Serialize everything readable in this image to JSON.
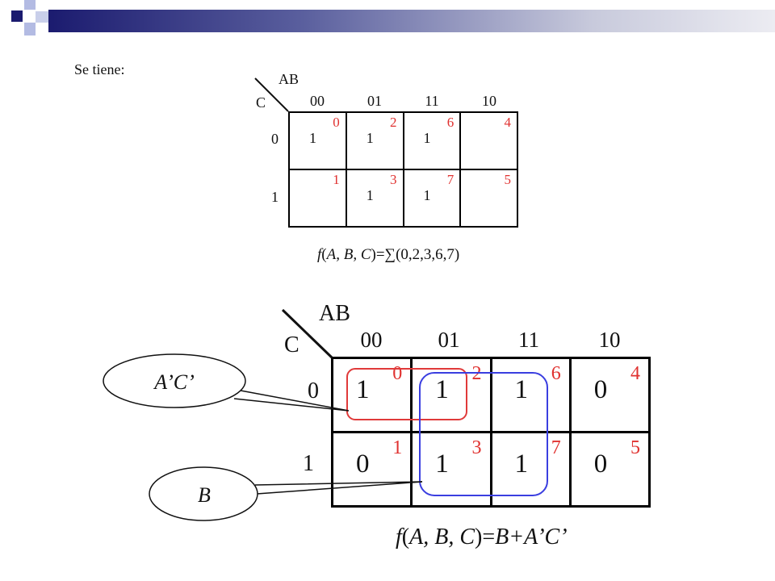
{
  "colors": {
    "navy": "#1b1b6f",
    "light_blue": "#b3bbe3",
    "minterm_red": "#e0312f",
    "group_red": "#e03a3a",
    "group_blue": "#3a3ee0"
  },
  "intro": "Se tiene:",
  "kmap1": {
    "col_var": "AB",
    "row_var": "C",
    "col_headers": [
      "00",
      "01",
      "11",
      "10"
    ],
    "row_headers": [
      "0",
      "1"
    ],
    "cells": [
      [
        "1",
        "1",
        "1",
        ""
      ],
      [
        "",
        "1",
        "1",
        ""
      ]
    ],
    "minterms": [
      [
        "0",
        "2",
        "6",
        "4"
      ],
      [
        "1",
        "3",
        "7",
        "5"
      ]
    ],
    "caption_parts": [
      "f",
      "(",
      "A, B, C",
      ")=∑(0,2,3,6,7)"
    ]
  },
  "kmap2": {
    "col_var": "AB",
    "row_var": "C",
    "col_headers": [
      "00",
      "01",
      "11",
      "10"
    ],
    "row_headers": [
      "0",
      "1"
    ],
    "cells": [
      [
        "1",
        "1",
        "1",
        "0"
      ],
      [
        "0",
        "1",
        "1",
        "0"
      ]
    ],
    "minterms": [
      [
        "0",
        "2",
        "6",
        "4"
      ],
      [
        "1",
        "3",
        "7",
        "5"
      ]
    ],
    "groups": [
      {
        "label": "A’C’",
        "color": "#e03a3a"
      },
      {
        "label": "B",
        "color": "#3a3ee0"
      }
    ],
    "caption_parts": [
      "f",
      "(",
      "A, B, C",
      ")=",
      "B+A’C’"
    ]
  }
}
